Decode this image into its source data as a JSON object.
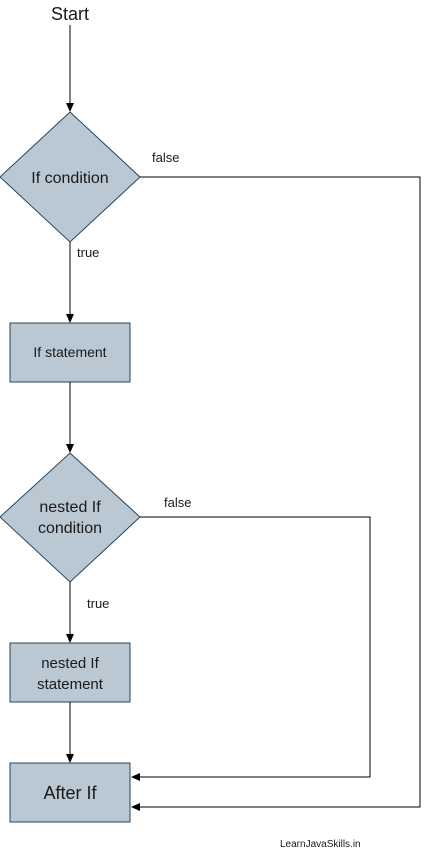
{
  "diagram": {
    "start_label": "Start",
    "if_condition": "If condition",
    "if_statement": "If statement",
    "nested_condition_line1": "nested If",
    "nested_condition_line2": "condition",
    "nested_statement_line1": "nested If",
    "nested_statement_line2": "statement",
    "after_if": "After If",
    "true_label_1": "true",
    "false_label_1": "false",
    "true_label_2": "true",
    "false_label_2": "false",
    "watermark": "LearnJavaSkills.in"
  },
  "colors": {
    "node_fill": "#bac8d3",
    "node_stroke": "#23445d",
    "edge": "#000000"
  }
}
